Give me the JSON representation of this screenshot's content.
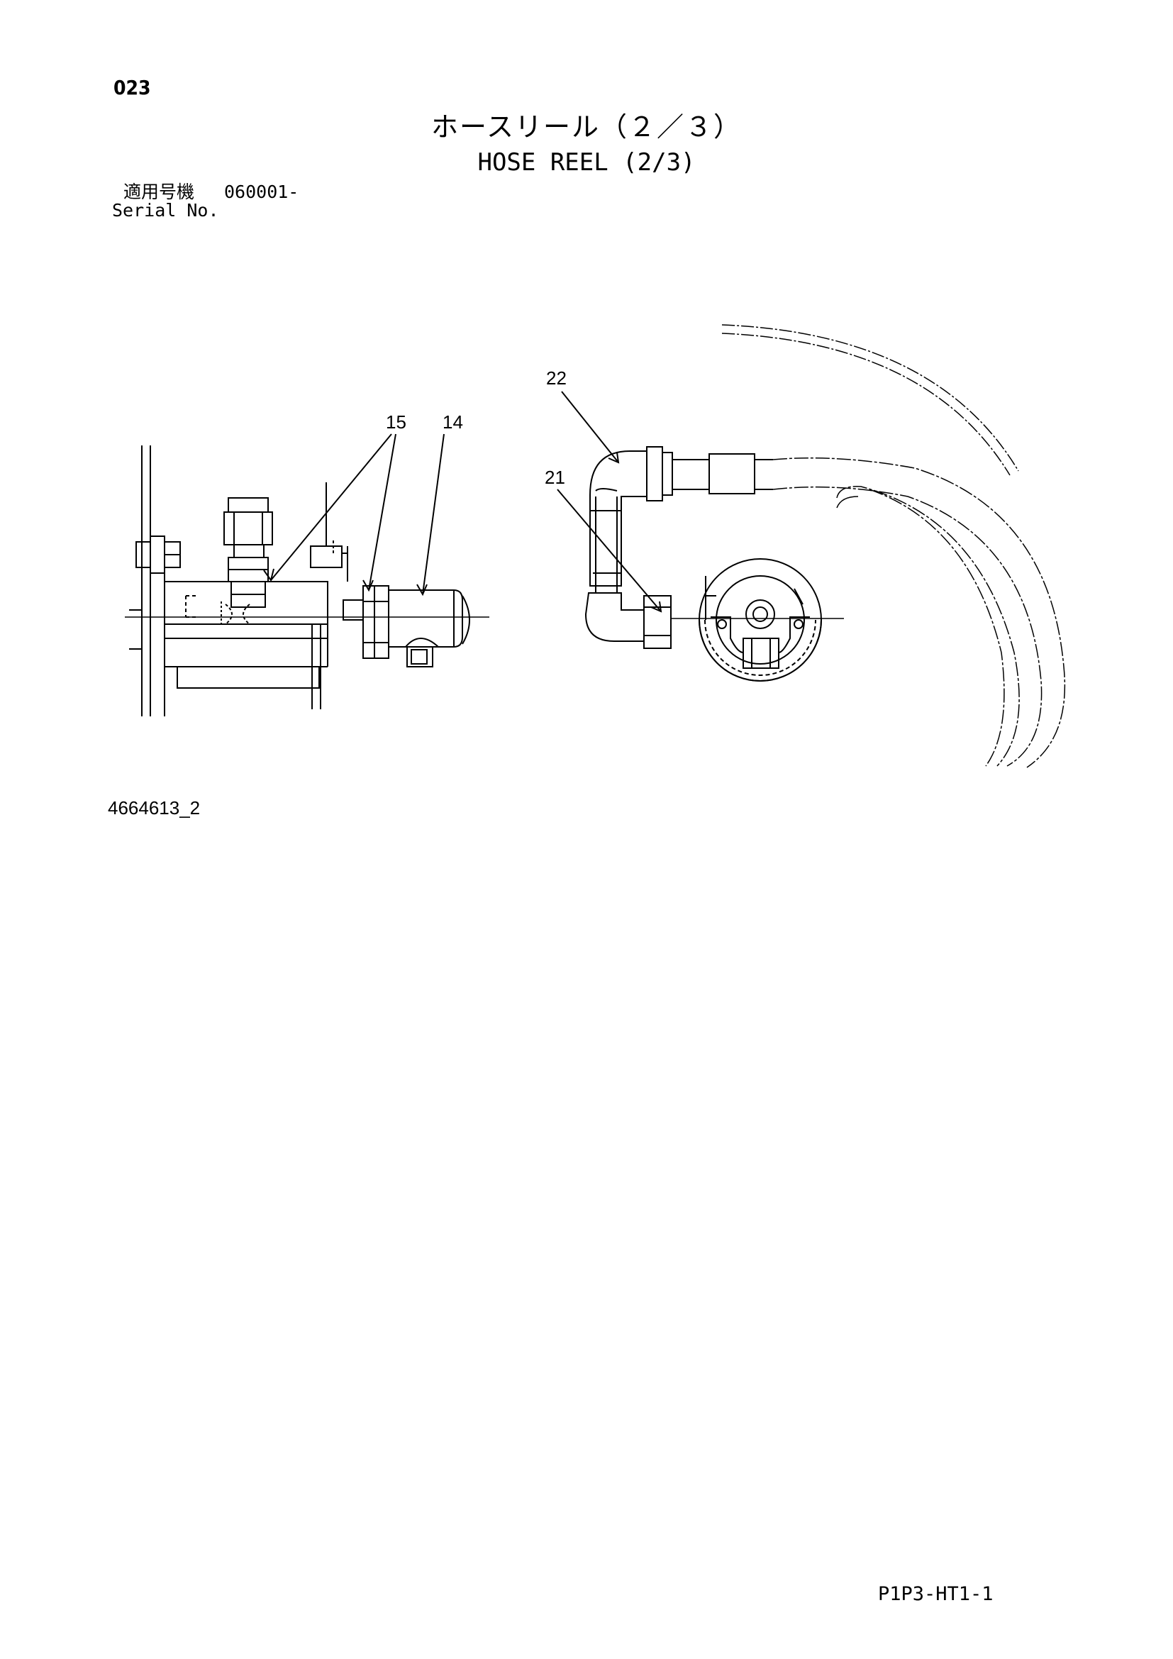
{
  "page": {
    "number": "023"
  },
  "title": {
    "japanese": "ホースリール（２／３）",
    "english": "HOSE REEL (2/3)"
  },
  "serial": {
    "label_jp": "適用号機",
    "label_en": "Serial No.",
    "value": "060001-"
  },
  "drawing": {
    "number": "4664613_2",
    "callouts": [
      {
        "id": "15",
        "label": "15"
      },
      {
        "id": "14",
        "label": "14"
      },
      {
        "id": "22",
        "label": "22"
      },
      {
        "id": "21",
        "label": "21"
      }
    ]
  },
  "footer": {
    "code": "P1P3-HT1-1"
  },
  "colors": {
    "ink": "#000000",
    "paper": "#ffffff"
  }
}
